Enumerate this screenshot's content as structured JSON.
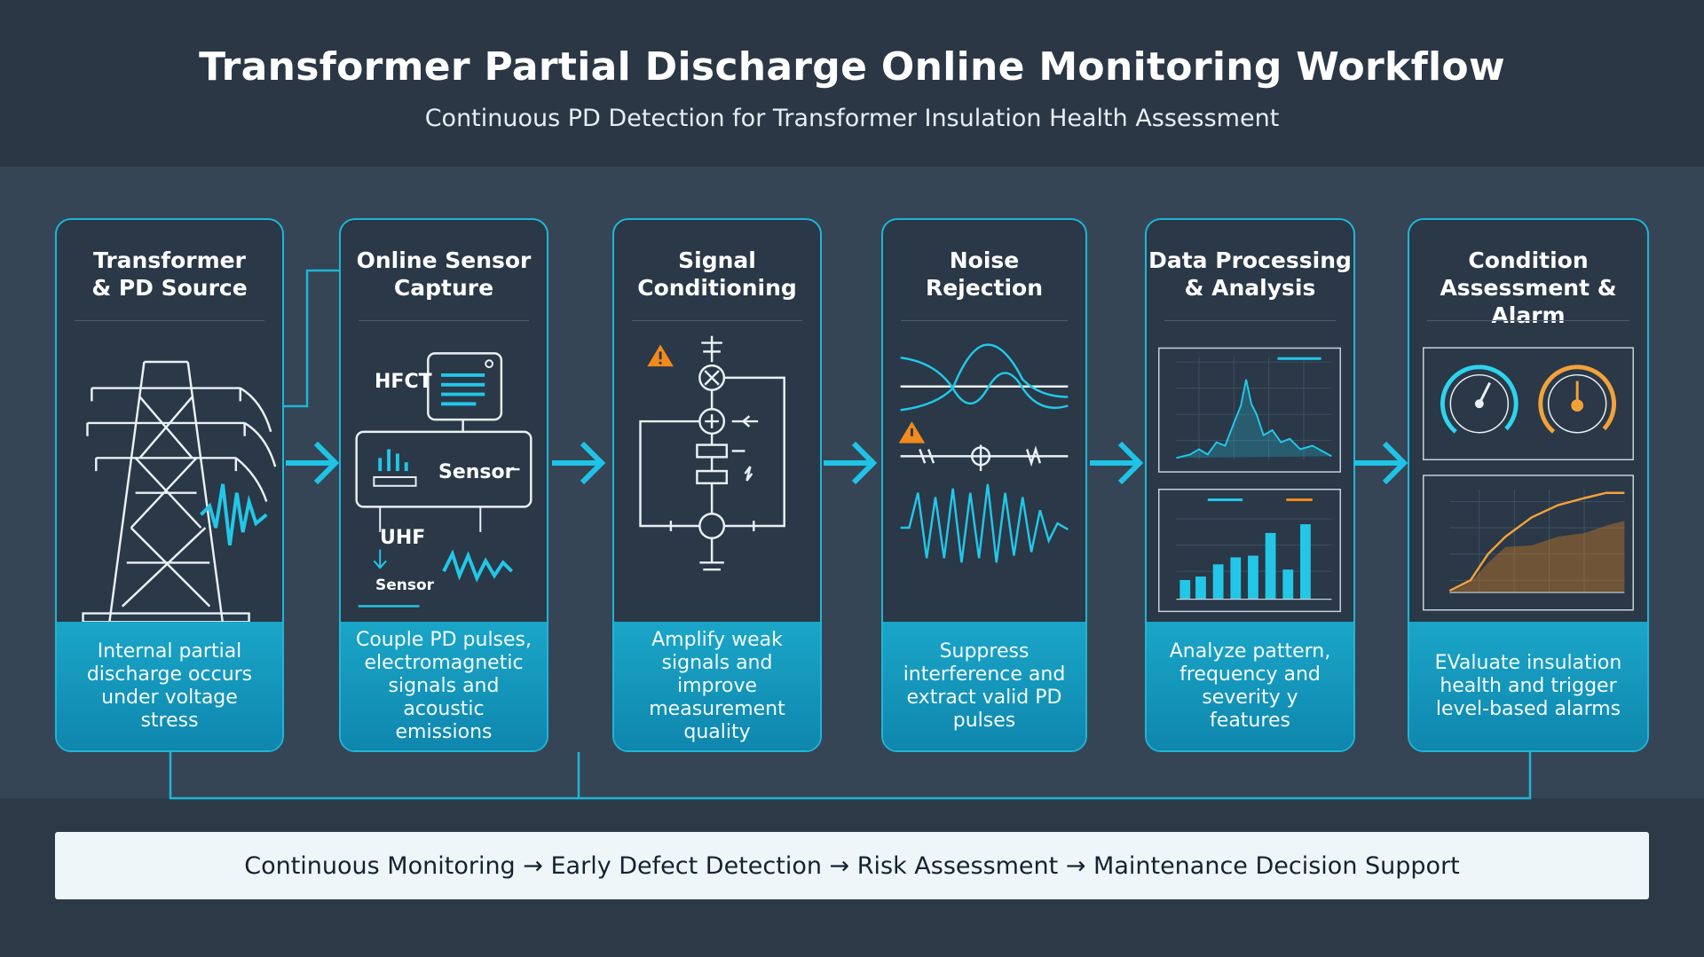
{
  "header": {
    "title": "Transformer Partial Discharge Online Monitoring Workflow",
    "subtitle": "Continuous PD Detection for Transformer Insulation Health Assessment"
  },
  "colors": {
    "background": "#2f3d4c",
    "accent": "#1fb6d6",
    "panel": "#2a3847",
    "description_fill": "#1aa6c8",
    "warning": "#f28a1c"
  },
  "stages": [
    {
      "title": "Transformer\n& PD Source",
      "description": "Internal partial discharge occurs under voltage stress",
      "icon": "transmission-tower-icon"
    },
    {
      "title": "Online Sensor\nCapture",
      "description": "Couple PD pulses, electromagnetic signals and acoustic emissions",
      "icon": "sensor-icon",
      "labels": {
        "hfct": "HFCT",
        "sensor": "Sensor",
        "uhf": "UHF",
        "uhf_sensor": "Sensor"
      }
    },
    {
      "title": "Signal\nConditioning",
      "description": "Amplify weak signals and improve measurement quality",
      "icon": "circuit-icon"
    },
    {
      "title": "Noise\nRejection",
      "description": "Suppress interference and extract valid PD pulses",
      "icon": "waveform-icon"
    },
    {
      "title": "Data Processing\n& Analysis",
      "description": "Analyze pattern, frequency and severity y features",
      "icon": "chart-icon"
    },
    {
      "title": "Condition\nAssessment & Alarm",
      "description": "EValuate insulation health and trigger level-based alarms",
      "icon": "gauge-icon"
    }
  ],
  "banner": {
    "text": "Continuous Monitoring → Early Defect Detection → Risk Assessment → Maintenance Decision Support"
  }
}
